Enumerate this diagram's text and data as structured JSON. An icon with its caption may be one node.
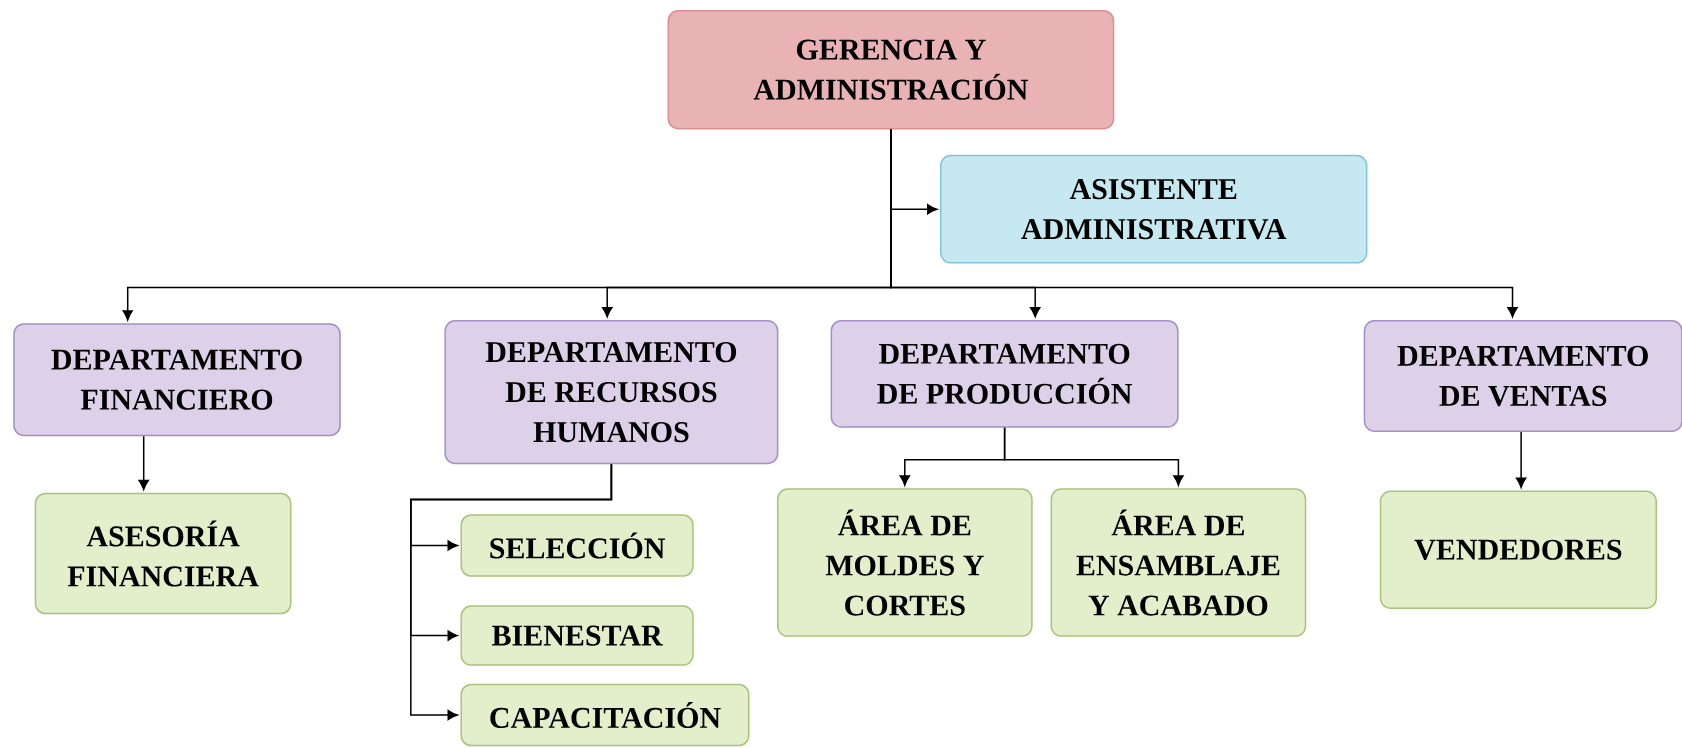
{
  "diagram": {
    "nodes": [
      {
        "text": [
          "GERENCIA Y ADMINISTRACIÓN"
        ]
      },
      {
        "text": [
          "ASISTENTE ADMINISTRATIVA"
        ]
      },
      {
        "text": [
          "DEPARTAMENTO FINANCIERO"
        ]
      },
      {
        "text": [
          "DEPARTAMENTO DE RECURSOS HUMANOS"
        ]
      },
      {
        "text": [
          "DEPARTAMENTO DE PRODUCCIÓN"
        ]
      },
      {
        "text": [
          "DEPARTAMENTO DE VENTAS"
        ]
      },
      {
        "text": [
          "ASESORÍA FINANCIERA"
        ]
      },
      {
        "text": [
          "SELECCIÓN"
        ]
      },
      {
        "text": [
          "BIENESTAR"
        ]
      },
      {
        "text": [
          "CAPACITACIÓN"
        ]
      },
      {
        "text": [
          "ÁREA DE MOLDES Y CORTES"
        ]
      },
      {
        "text": [
          "ÁREA DE ENSAMBLAJE Y ACABADO"
        ]
      },
      {
        "text": [
          "VENDEDORES"
        ]
      }
    ],
    "edges": [
      {
        "from": 0,
        "to": 1,
        "arrow": "to"
      },
      {
        "from": 0,
        "to": 2,
        "arrow": "to"
      },
      {
        "from": 0,
        "to": 3,
        "arrow": "to"
      },
      {
        "from": 0,
        "to": 4,
        "arrow": "to"
      },
      {
        "from": 0,
        "to": 5,
        "arrow": "to"
      },
      {
        "from": 2,
        "to": 6,
        "arrow": "to"
      },
      {
        "from": 3,
        "to": 7,
        "arrow": "to"
      },
      {
        "from": 3,
        "to": 8,
        "arrow": "to"
      },
      {
        "from": 3,
        "to": 9,
        "arrow": "to"
      },
      {
        "from": 4,
        "to": 10,
        "arrow": "to"
      },
      {
        "from": 4,
        "to": 11,
        "arrow": "to"
      },
      {
        "from": 5,
        "to": 12,
        "arrow": "to"
      }
    ]
  }
}
